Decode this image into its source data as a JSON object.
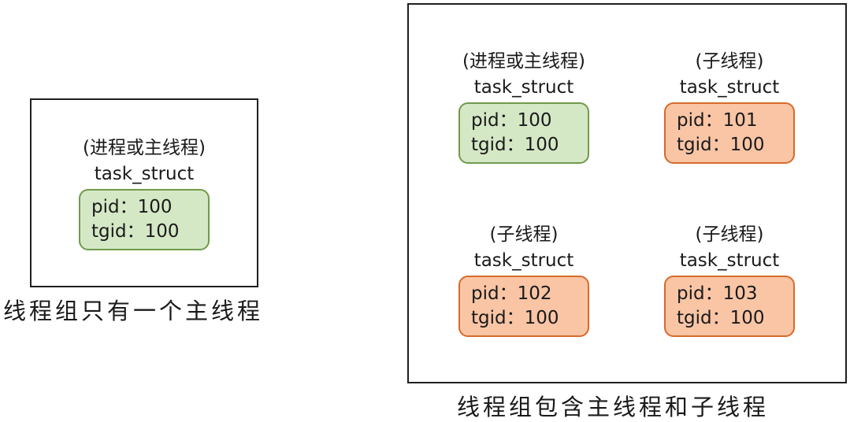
{
  "left_group": {
    "caption": "线程组只有一个主线程",
    "node": {
      "role": "(进程或主线程)",
      "type": "task_struct",
      "pid": "pid：100",
      "tgid": "tgid：100",
      "color": "#d5e8c6"
    }
  },
  "right_group": {
    "caption": "线程组包含主线程和子线程",
    "nodes": [
      {
        "role": "(进程或主线程)",
        "type": "task_struct",
        "pid": "pid：100",
        "tgid": "tgid：100",
        "color": "#d5e8c6"
      },
      {
        "role": "(子线程)",
        "type": "task_struct",
        "pid": "pid：101",
        "tgid": "tgid：100",
        "color": "#f9c5a5"
      },
      {
        "role": "(子线程)",
        "type": "task_struct",
        "pid": "pid：102",
        "tgid": "tgid：100",
        "color": "#f9c5a5"
      },
      {
        "role": "(子线程)",
        "type": "task_struct",
        "pid": "pid：103",
        "tgid": "tgid：100",
        "color": "#f9c5a5"
      }
    ]
  }
}
